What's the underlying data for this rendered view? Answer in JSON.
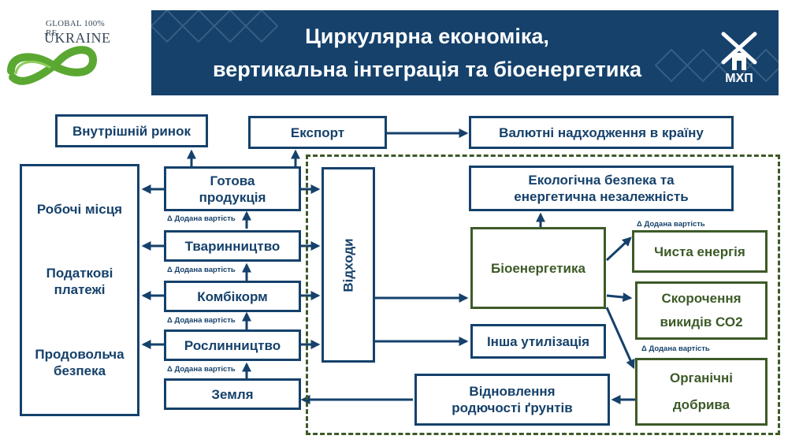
{
  "logo": {
    "line1": "GLOBAL 100% RE",
    "line2": "UKRAINE"
  },
  "header": {
    "title_line1": "Циркулярна економіка,",
    "title_line2": "вертикальна інтеграція та біоенергетика",
    "brand": "МХП"
  },
  "boxes": {
    "domestic_market": "Внутрішній ринок",
    "export": "Експорт",
    "currency_inflow": "Валютні надходження в країну",
    "finished_products": "Готова продукція",
    "livestock": "Тваринництво",
    "feed": "Комбікорм",
    "crop_production": "Рослинництво",
    "land": "Земля",
    "waste": "Відходи",
    "eco_safety": "Екологічна безпека та енергетична незалежність",
    "bioenergy": "Біоенергетика",
    "other_disposal": "Інша утилізація",
    "clean_energy": "Чиста енергія",
    "co2_reduction": "Скорочення викидів СО2",
    "organic_fertilizers": "Органічні добрива",
    "soil_restoration": "Відновлення родючості ґрунтів"
  },
  "left_panel": {
    "jobs": "Робочі місця",
    "taxes": "Податкові платежі",
    "food_security": "Продовольча безпека"
  },
  "added_value_label": "Δ Додана вартість",
  "colors": {
    "navy": "#15416b",
    "green": "#3d5a28",
    "logo_green": "#5aa832"
  }
}
